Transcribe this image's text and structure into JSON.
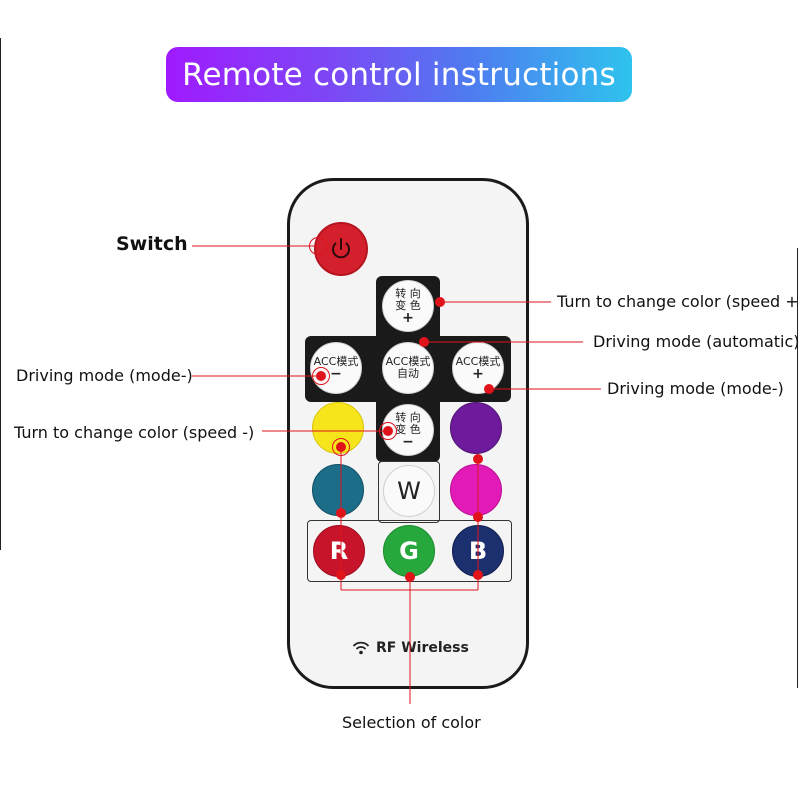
{
  "title": "Remote control instructions",
  "labels": {
    "switch": "Switch",
    "speed_plus": "Turn to change color (speed +)",
    "auto": "Driving mode (automatic)",
    "mode_left": "Driving mode (mode-)",
    "mode_right": "Driving mode (mode-)",
    "speed_minus": "Turn to change color (speed -)",
    "selection": "Selection of color"
  },
  "buttons": {
    "turn_plus_line1": "转 向",
    "turn_plus_line2": "变 色",
    "plus": "+",
    "acc_left": "ACC模式",
    "minus": "−",
    "acc_center_line1": "ACC模式",
    "acc_center_line2": "自动",
    "acc_right": "ACC模式",
    "turn_minus_line1": "转 向",
    "turn_minus_line2": "变 色",
    "white": "W",
    "red": "R",
    "green": "G",
    "blue": "B"
  },
  "footer": {
    "rf": "RF Wireless"
  },
  "colors": {
    "power": "#d41f2c",
    "yellow": "#f6e51b",
    "purple": "#6d1b9c",
    "teal": "#1c6d88",
    "magenta": "#e21bb8",
    "red": "#c8142a",
    "green": "#27a83c",
    "navy": "#1c2f6e",
    "annotation": "#e0131b"
  },
  "icons": {
    "power": "power-icon",
    "wifi": "wifi-icon"
  }
}
